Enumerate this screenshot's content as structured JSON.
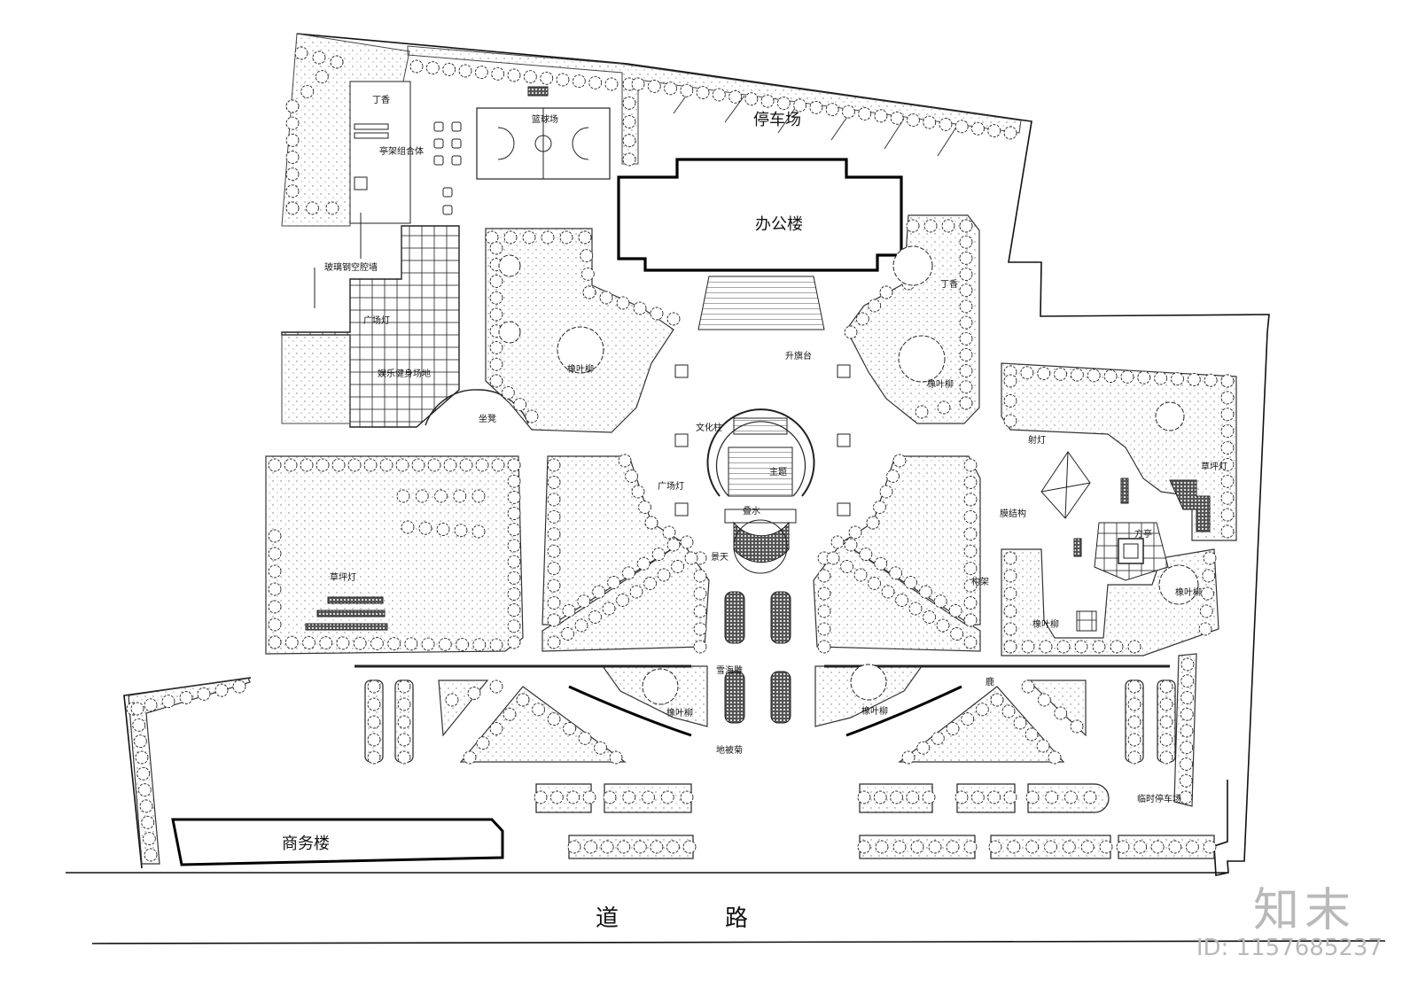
{
  "plan": {
    "labels": {
      "parking": "停车场",
      "office": "办公楼",
      "business": "商务楼",
      "road_1": "道",
      "road_2": "路",
      "basketball": "篮球场",
      "pavilion_combo": "亭架组合体",
      "glass_wall": "玻璃钢空腔墙",
      "plaza_lamp_nw": "广场灯",
      "fitness": "娱乐健身场地",
      "seat_stool": "坐凳",
      "flag": "升旗台",
      "culture_col": "文化柱",
      "stage": "主题",
      "water": "叠水",
      "sky": "景天",
      "plaza_lamp_c": "广场灯",
      "lawn_lamp_w": "草坪灯",
      "lawn_lamp_e": "草坪灯",
      "spot_lamp": "射灯",
      "membrane": "膜结构",
      "pavilion": "方亭",
      "frame": "构架",
      "lilac_nw": "丁香",
      "lilac_ne": "丁香",
      "willow_n": "橡叶柳",
      "willow_ne": "橡叶柳",
      "willow_e": "橡叶柳",
      "willow_s": "橡叶柳",
      "willow_se": "橡叶柳",
      "willow_w": "橡叶柳",
      "sea_carving": "雪海雕",
      "ground_lamp": "地被菊",
      "temp_parking": "临时停车场",
      "misc": "鹿"
    }
  },
  "watermark": {
    "logo": "知末",
    "id": "ID: 1157685237",
    "color": "#b9b9b9"
  }
}
